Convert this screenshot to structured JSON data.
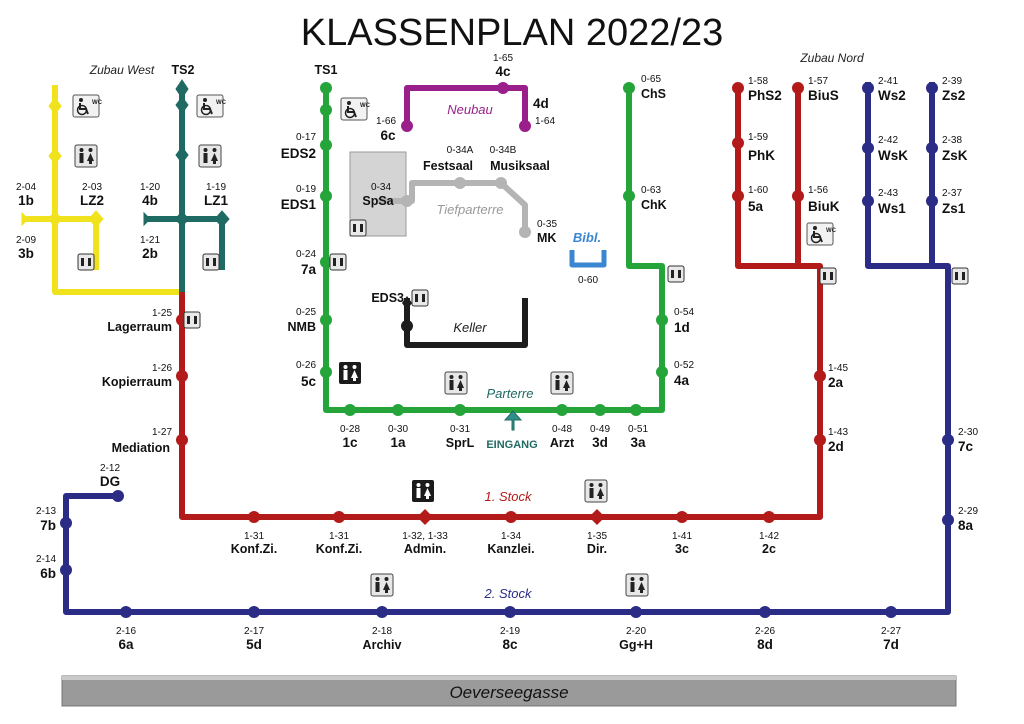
{
  "title": "KLASSENPLAN 2022/23",
  "street": "Oeverseegasse",
  "entrance": "EINGANG",
  "zones": {
    "west": "Zubau West",
    "north": "Zubau Nord"
  },
  "floors": {
    "neubau": "Neubau",
    "tiefparterre": "Tiefparterre",
    "parterre": "Parterre",
    "keller": "Keller",
    "stock1": "1. Stock",
    "stock2": "2. Stock",
    "bibl": "Bibl."
  },
  "stairs": {
    "ts1": "TS1",
    "ts2": "TS2",
    "eds1": "EDS1",
    "eds2": "EDS2",
    "eds3": "EDS3"
  },
  "colors": {
    "yellow": "#f0e21c",
    "teal": "#1f6a63",
    "red": "#b31b1b",
    "green": "#25a43a",
    "purple": "#9a1f8a",
    "gray": "#b4b4b4",
    "dark": "#1d1d1d",
    "navy": "#2b2c86",
    "blue": "#3b86d0",
    "street": "#9a9a9a"
  },
  "rooms": {
    "yellow_1b": {
      "code": "2-04",
      "name": "1b"
    },
    "yellow_3b": {
      "code": "2-09",
      "name": "3b"
    },
    "yellow_lz2": {
      "code": "2-03",
      "name": "LZ2"
    },
    "teal_4b": {
      "code": "1-20",
      "name": "4b"
    },
    "teal_2b": {
      "code": "1-21",
      "name": "2b"
    },
    "teal_lz1": {
      "code": "1-19",
      "name": "LZ1"
    },
    "red_lager": {
      "code": "1-25",
      "name": "Lagerraum"
    },
    "red_kopier": {
      "code": "1-26",
      "name": "Kopierraum"
    },
    "red_mediation": {
      "code": "1-27",
      "name": "Mediation"
    },
    "red_konf1": {
      "code": "1-31",
      "name": "Konf.Zi."
    },
    "red_konf2": {
      "code": "1-31",
      "name": "Konf.Zi."
    },
    "red_admin": {
      "code": "1-32, 1-33",
      "name": "Admin."
    },
    "red_kanzlei": {
      "code": "1-34",
      "name": "Kanzlei."
    },
    "red_dir": {
      "code": "1-35",
      "name": "Dir."
    },
    "red_3c": {
      "code": "1-41",
      "name": "3c"
    },
    "red_2c": {
      "code": "1-42",
      "name": "2c"
    },
    "red_2a": {
      "code": "1-45",
      "name": "2a"
    },
    "red_2d": {
      "code": "1-43",
      "name": "2d"
    },
    "red_phs2": {
      "code": "1-58",
      "name": "PhS2"
    },
    "red_phk": {
      "code": "1-59",
      "name": "PhK"
    },
    "red_5a": {
      "code": "1-60",
      "name": "5a"
    },
    "red_bius": {
      "code": "1-57",
      "name": "BiuS"
    },
    "red_biuk": {
      "code": "1-56",
      "name": "BiuK"
    },
    "green_eds2": {
      "code": "0-17",
      "name": "EDS2"
    },
    "green_eds1": {
      "code": "0-19",
      "name": "EDS1"
    },
    "green_7a": {
      "code": "0-24",
      "name": "7a"
    },
    "green_nmb": {
      "code": "0-25",
      "name": "NMB"
    },
    "green_5c": {
      "code": "0-26",
      "name": "5c"
    },
    "green_1c": {
      "code": "0-28",
      "name": "1c"
    },
    "green_1a": {
      "code": "0-30",
      "name": "1a"
    },
    "green_sprl": {
      "code": "0-31",
      "name": "SprL"
    },
    "green_arzt": {
      "code": "0-48",
      "name": "Arzt"
    },
    "green_3d": {
      "code": "0-49",
      "name": "3d"
    },
    "green_3a": {
      "code": "0-51",
      "name": "3a"
    },
    "green_4a": {
      "code": "0-52",
      "name": "4a"
    },
    "green_1d": {
      "code": "0-54",
      "name": "1d"
    },
    "green_chs": {
      "code": "0-65",
      "name": "ChS"
    },
    "green_chk": {
      "code": "0-63",
      "name": "ChK"
    },
    "purple_6c": {
      "code": "1-66",
      "name": "6c"
    },
    "purple_4c": {
      "code": "1-65",
      "name": "4c"
    },
    "purple_4d": {
      "code": "1-64",
      "name": "4d"
    },
    "gray_spsa": {
      "code": "0-34",
      "name": "SpSa"
    },
    "gray_festsaal": {
      "code": "0-34A",
      "name": "Festsaal"
    },
    "gray_musiksaal": {
      "code": "0-34B",
      "name": "Musiksaal"
    },
    "gray_mk": {
      "code": "0-35",
      "name": "MK"
    },
    "blue_bibl": {
      "code": "0-60",
      "name": ""
    },
    "navy_ws2": {
      "code": "2-41",
      "name": "Ws2"
    },
    "navy_wsk": {
      "code": "2-42",
      "name": "WsK"
    },
    "navy_ws1": {
      "code": "2-43",
      "name": "Ws1"
    },
    "navy_zs2": {
      "code": "2-39",
      "name": "Zs2"
    },
    "navy_zsk": {
      "code": "2-38",
      "name": "ZsK"
    },
    "navy_zs1": {
      "code": "2-37",
      "name": "Zs1"
    },
    "navy_7c": {
      "code": "2-30",
      "name": "7c"
    },
    "navy_8a": {
      "code": "2-29",
      "name": "8a"
    },
    "navy_dg": {
      "code": "2-12",
      "name": "DG"
    },
    "navy_7b": {
      "code": "2-13",
      "name": "7b"
    },
    "navy_6b": {
      "code": "2-14",
      "name": "6b"
    },
    "navy_6a": {
      "code": "2-16",
      "name": "6a"
    },
    "navy_5d": {
      "code": "2-17",
      "name": "5d"
    },
    "navy_archiv": {
      "code": "2-18",
      "name": "Archiv"
    },
    "navy_8c": {
      "code": "2-19",
      "name": "8c"
    },
    "navy_ggh": {
      "code": "2-20",
      "name": "Gg+H"
    },
    "navy_8d": {
      "code": "2-26",
      "name": "8d"
    },
    "navy_7d": {
      "code": "2-27",
      "name": "7d"
    }
  },
  "icons": {
    "wc": "WC",
    "restroom": "restroom-icon",
    "stairs": "stairs-icon",
    "wheelchair": "wheelchair-icon"
  }
}
